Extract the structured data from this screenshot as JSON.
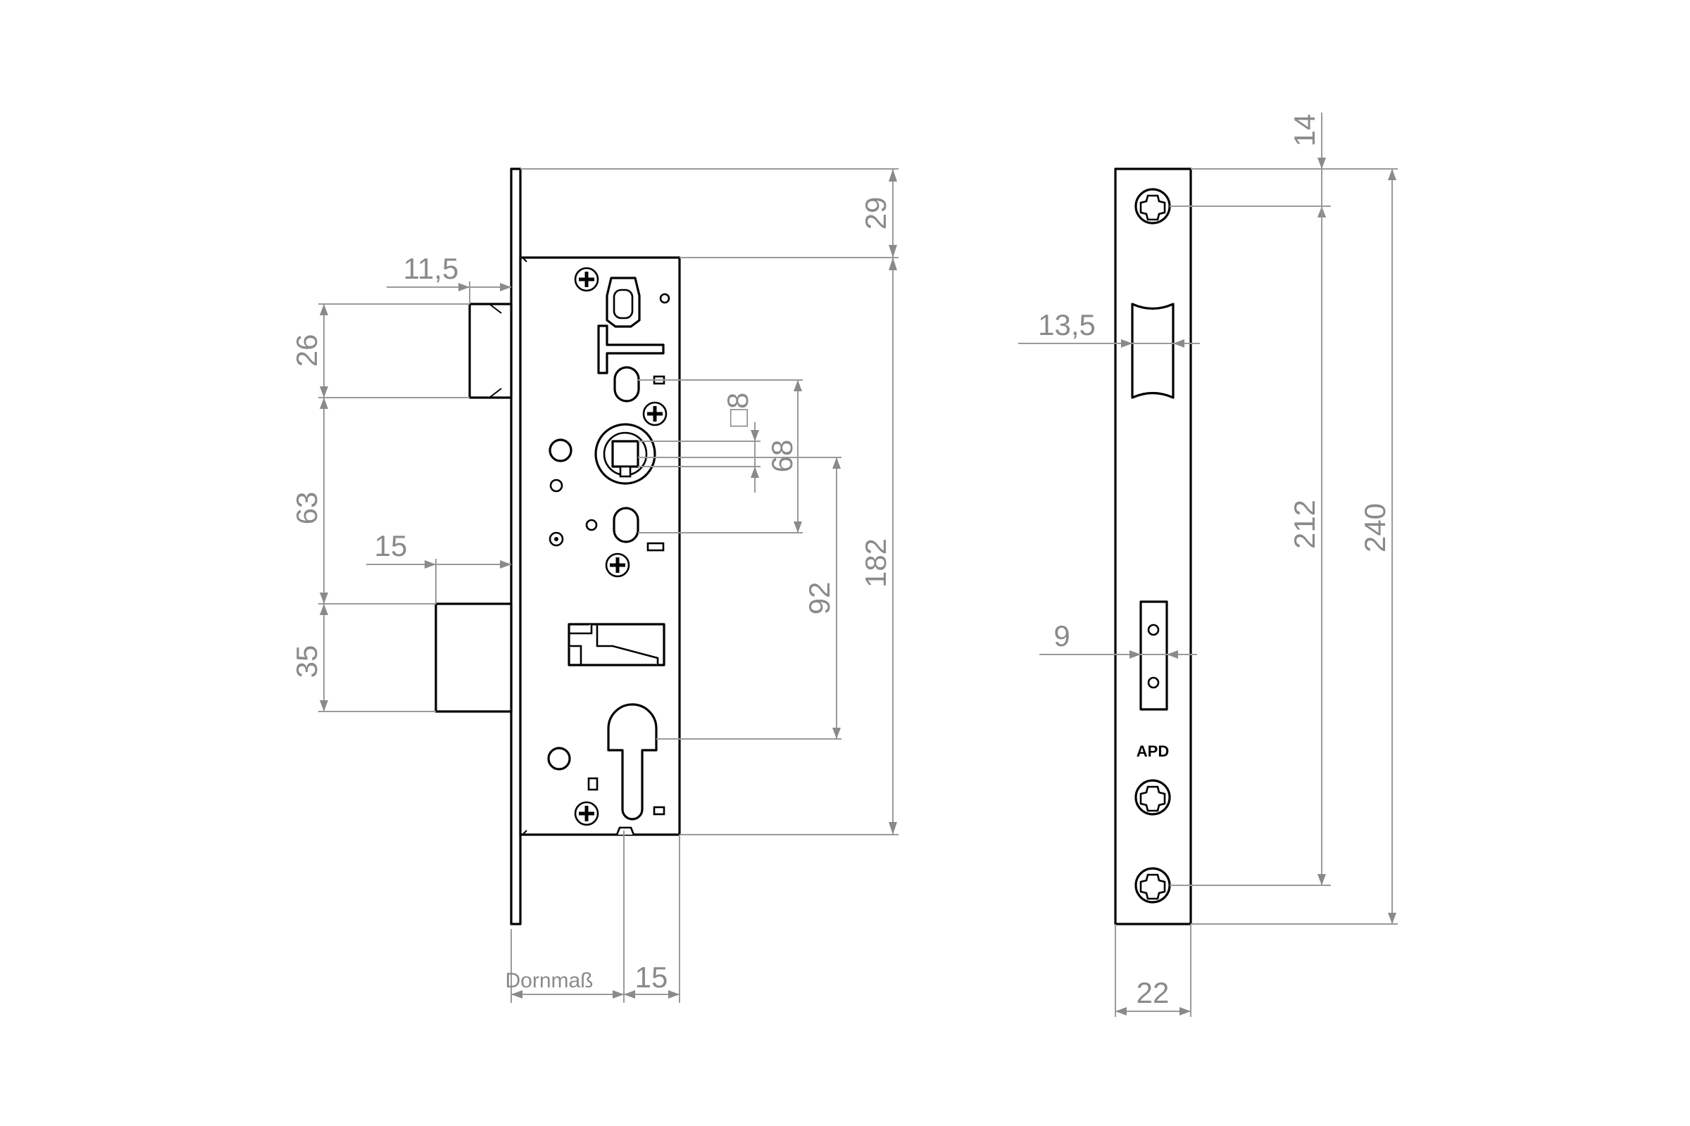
{
  "dimensions": {
    "backset_rose": "29",
    "bolt_projection": "11,5",
    "latch_height": "26",
    "latch_to_bolt": "63",
    "bolt_projection_lower": "15",
    "bolt_height": "35",
    "square_spindle": "□8",
    "spindle_distance": "68",
    "cylinder_distance": "92",
    "case_height": "182",
    "backset_label": "Dornmaß",
    "backset_extra": "15",
    "top_screw_offset": "14",
    "faceplate_opening": "13,5",
    "screw_spacing": "212",
    "faceplate_length": "240",
    "small_opening": "9",
    "faceplate_width": "22"
  },
  "brand": "APD"
}
